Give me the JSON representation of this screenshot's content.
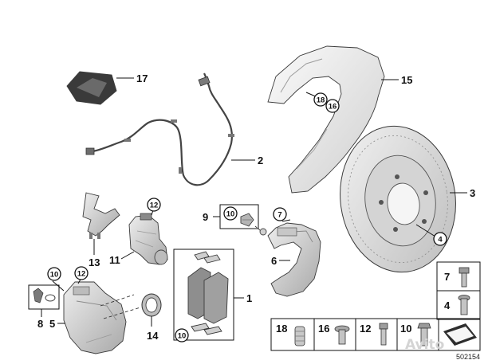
{
  "diagram": {
    "figure_number": "502154",
    "watermark": "Avito",
    "callouts": {
      "p1": "1",
      "p2": "2",
      "p3": "3",
      "p4": "4",
      "p5": "5",
      "p6": "6",
      "p7": "7",
      "p8": "8",
      "p9": "9",
      "p10": "10",
      "p11": "11",
      "p12": "12",
      "p13": "13",
      "p14": "14",
      "p15": "15",
      "p16": "16",
      "p17": "17",
      "p18": "18"
    },
    "colors": {
      "part_fill": "#d8d8d8",
      "part_dark": "#9a9a9a",
      "line": "#111111"
    }
  }
}
